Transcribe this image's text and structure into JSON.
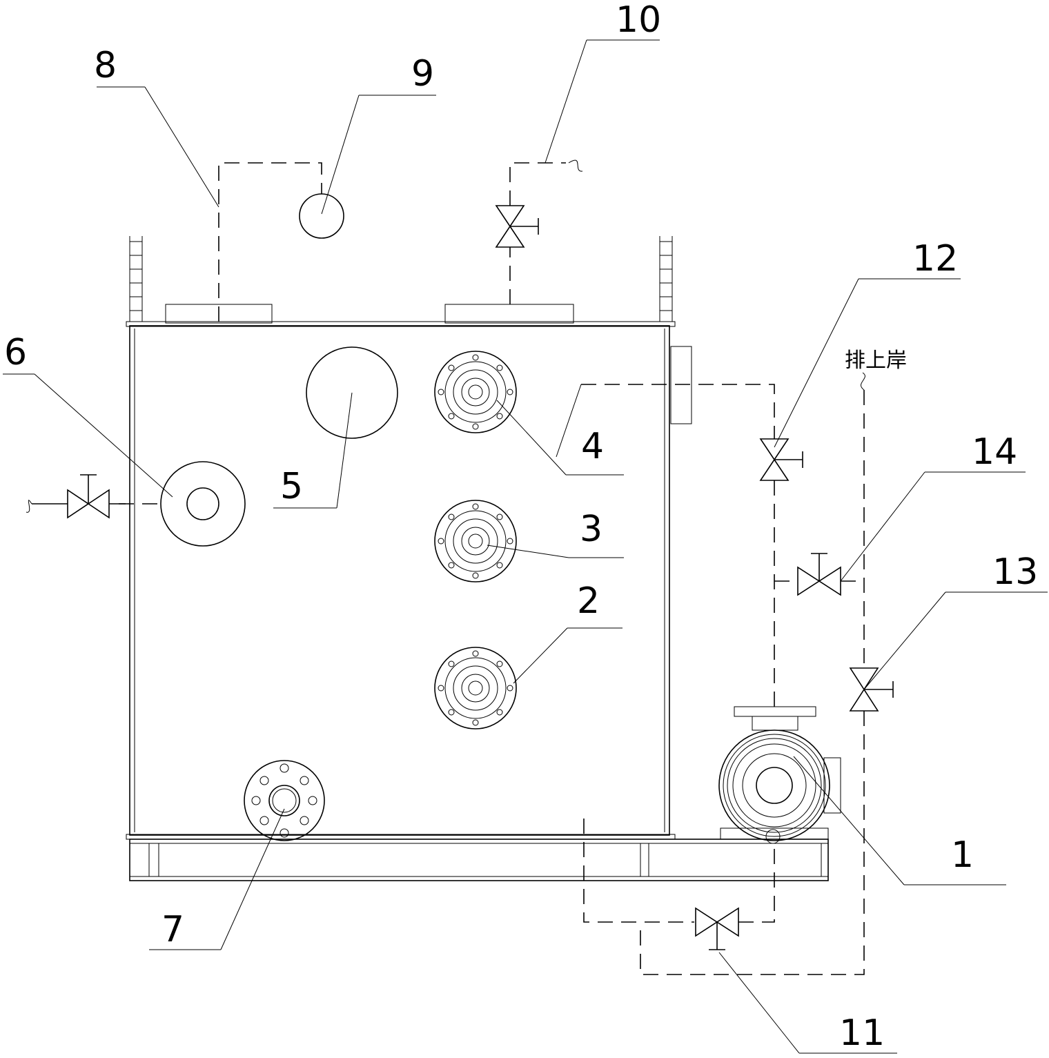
{
  "diagram": {
    "labels": [
      {
        "id": "1",
        "text": "1"
      },
      {
        "id": "2",
        "text": "2"
      },
      {
        "id": "3",
        "text": "3"
      },
      {
        "id": "4",
        "text": "4"
      },
      {
        "id": "5",
        "text": "5"
      },
      {
        "id": "6",
        "text": "6"
      },
      {
        "id": "7",
        "text": "7"
      },
      {
        "id": "8",
        "text": "8"
      },
      {
        "id": "9",
        "text": "9"
      },
      {
        "id": "10",
        "text": "10"
      },
      {
        "id": "11",
        "text": "11"
      },
      {
        "id": "12",
        "text": "12"
      },
      {
        "id": "13",
        "text": "13"
      },
      {
        "id": "14",
        "text": "14"
      }
    ],
    "note": "排上岸"
  }
}
